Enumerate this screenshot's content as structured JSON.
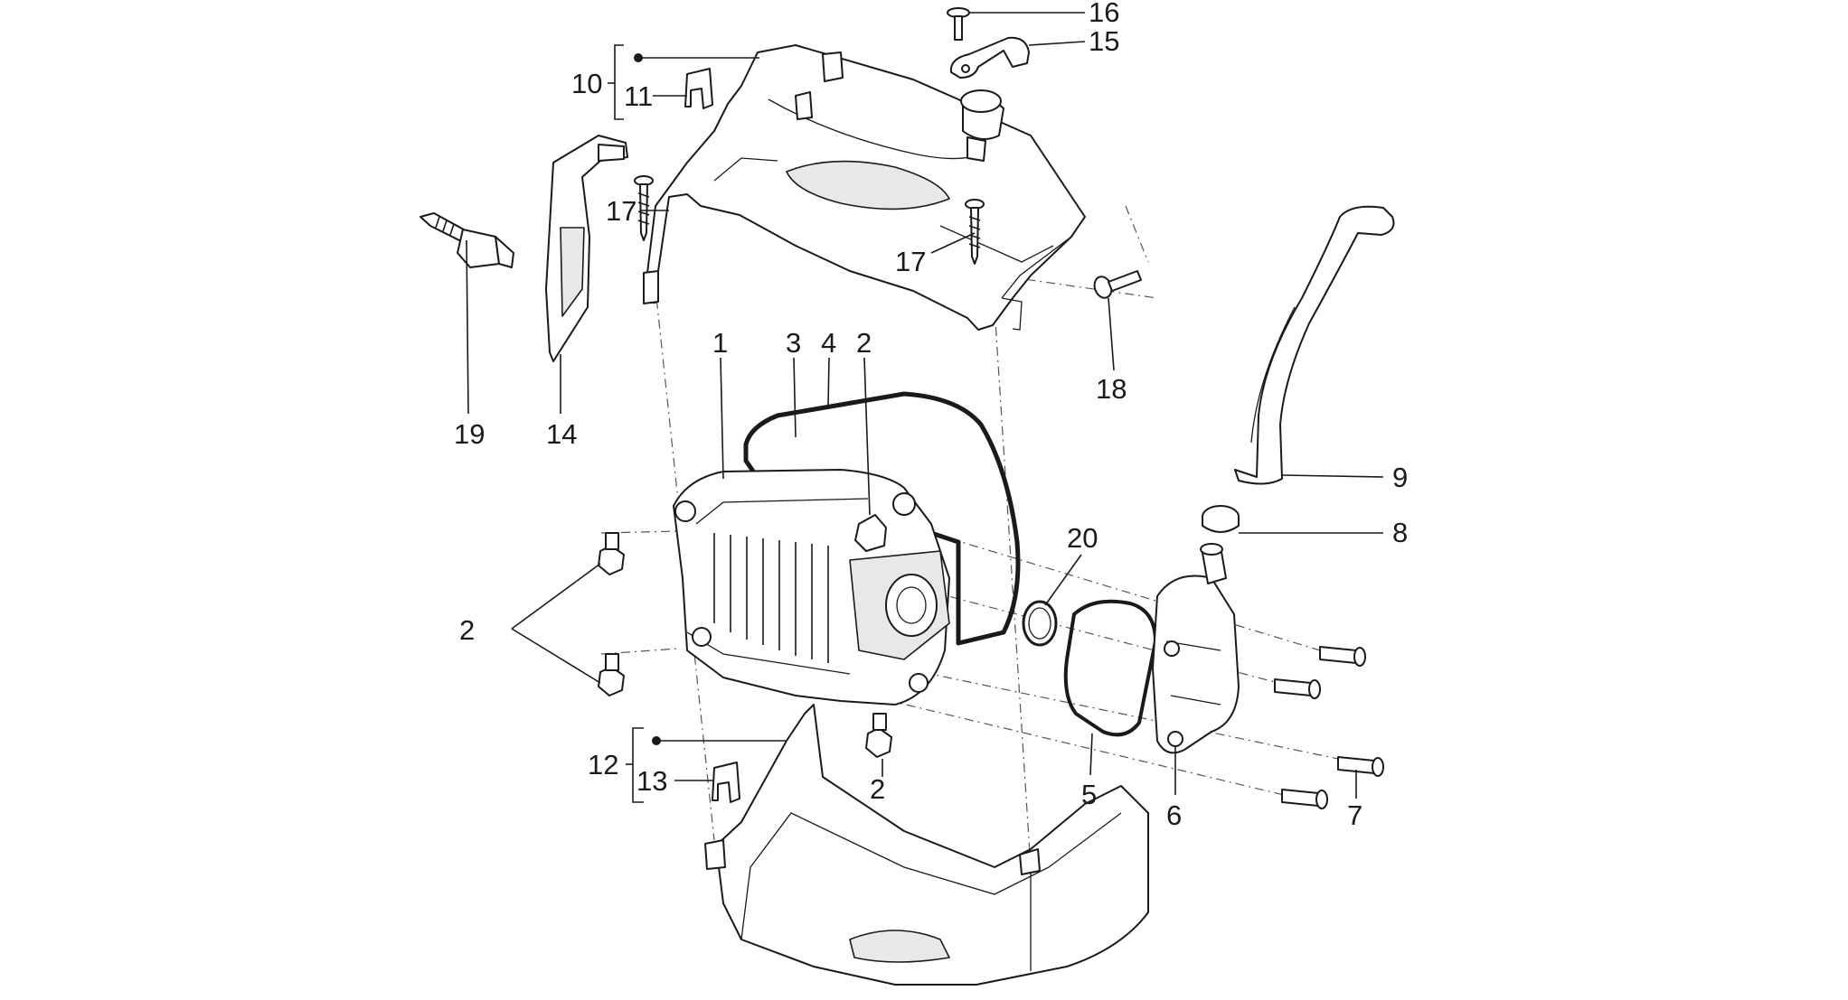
{
  "callouts": [
    {
      "id": "c1",
      "text": "1"
    },
    {
      "id": "c2a",
      "text": "2"
    },
    {
      "id": "c2b",
      "text": "2"
    },
    {
      "id": "c2c",
      "text": "2"
    },
    {
      "id": "c3",
      "text": "3"
    },
    {
      "id": "c4",
      "text": "4"
    },
    {
      "id": "c5",
      "text": "5"
    },
    {
      "id": "c6",
      "text": "6"
    },
    {
      "id": "c7",
      "text": "7"
    },
    {
      "id": "c8",
      "text": "8"
    },
    {
      "id": "c9",
      "text": "9"
    },
    {
      "id": "c10",
      "text": "10"
    },
    {
      "id": "c11",
      "text": "11"
    },
    {
      "id": "c12",
      "text": "12"
    },
    {
      "id": "c13",
      "text": "13"
    },
    {
      "id": "c14",
      "text": "14"
    },
    {
      "id": "c15",
      "text": "15"
    },
    {
      "id": "c16",
      "text": "16"
    },
    {
      "id": "c17a",
      "text": "17"
    },
    {
      "id": "c17b",
      "text": "17"
    },
    {
      "id": "c18",
      "text": "18"
    },
    {
      "id": "c19",
      "text": "19"
    },
    {
      "id": "c20",
      "text": "20"
    }
  ]
}
